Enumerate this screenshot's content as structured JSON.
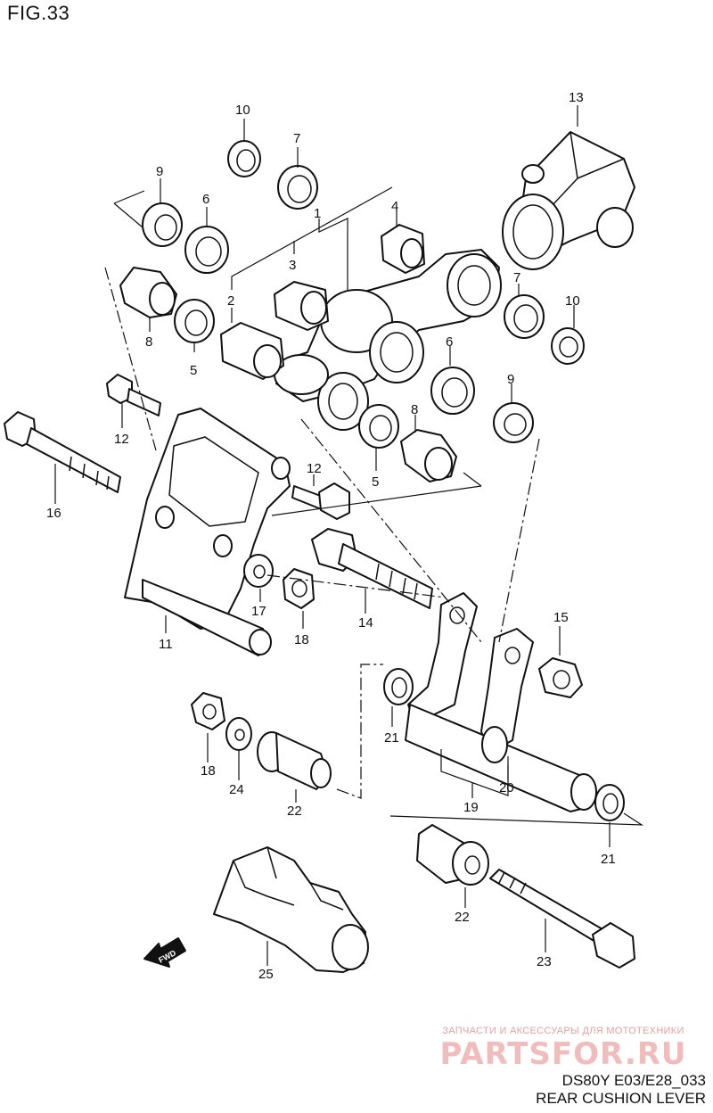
{
  "figure_label": "FIG.33",
  "model_code": "DS80Y E03/E28_033",
  "caption": "REAR CUSHION LEVER",
  "watermark": {
    "subtitle": "ЗАПЧАСТИ И АКСЕССУАРЫ ДЛЯ МОТОТЕХНИКИ",
    "brand": "PARTSFOR.RU"
  },
  "fwd_marker": "FWD",
  "callouts": [
    "1",
    "2",
    "3",
    "4",
    "5",
    "5",
    "6",
    "6",
    "7",
    "7",
    "8",
    "8",
    "9",
    "9",
    "10",
    "10",
    "11",
    "12",
    "12",
    "13",
    "14",
    "15",
    "16",
    "17",
    "18",
    "18",
    "19",
    "20",
    "21",
    "21",
    "22",
    "22",
    "23",
    "24",
    "25"
  ],
  "colors": {
    "line": "#111111",
    "watermark": "#f1bcbc"
  }
}
